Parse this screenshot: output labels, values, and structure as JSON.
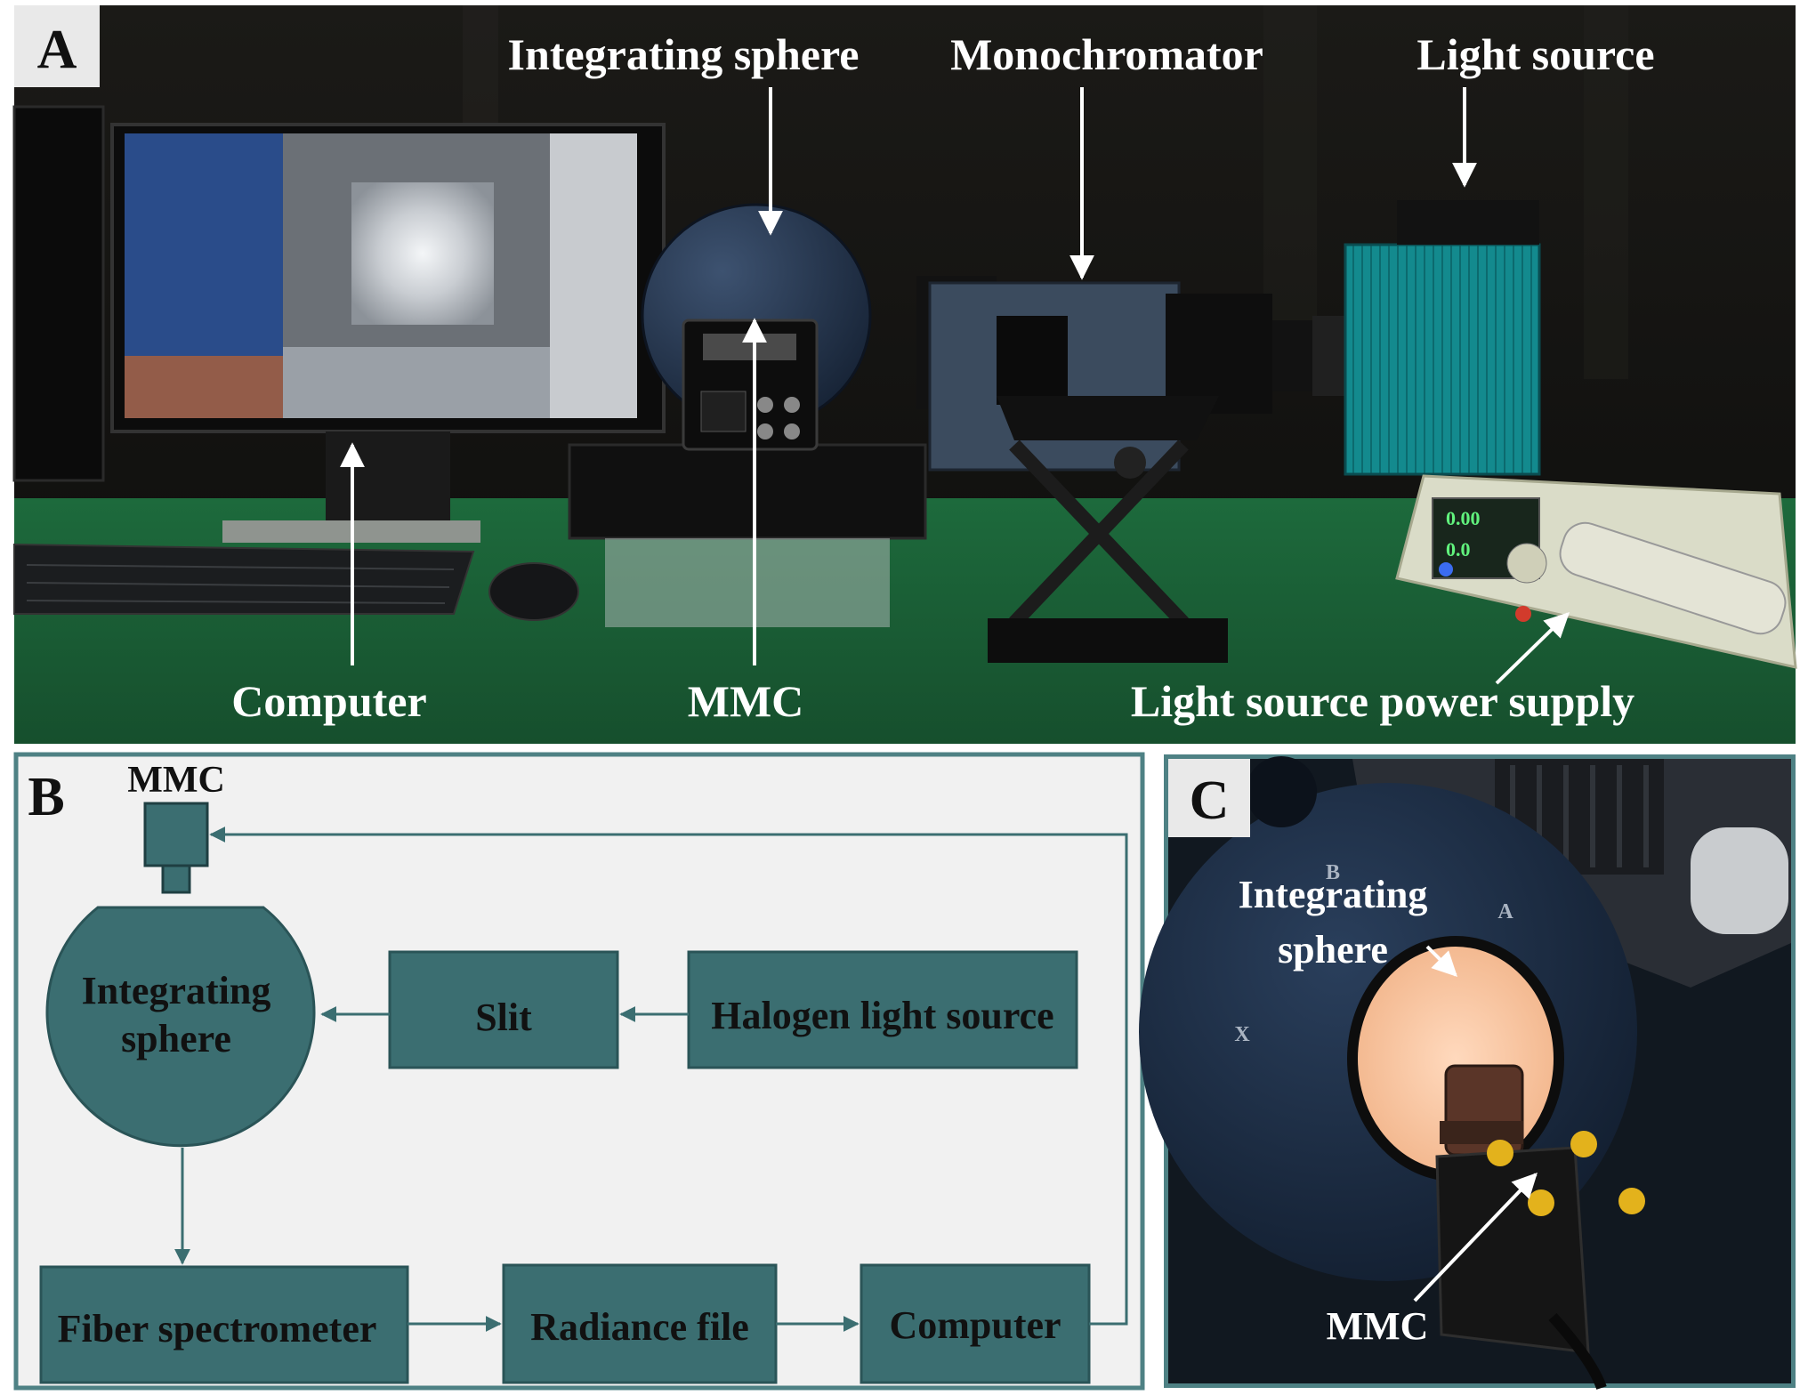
{
  "panels": {
    "a": {
      "letter": "A",
      "labels": {
        "integrating_sphere": "Integrating sphere",
        "monochromator": "Monochromator",
        "light_source": "Light source",
        "computer": "Computer",
        "mmc": "MMC",
        "power_supply": "Light source power supply"
      }
    },
    "b": {
      "letter": "B",
      "mmc_label": "MMC",
      "nodes": {
        "sphere": [
          "Integrating",
          "sphere"
        ],
        "slit": "Slit",
        "halogen": "Halogen light source",
        "fiber": "Fiber spectrometer",
        "radiance": "Radiance file",
        "computer": "Computer"
      }
    },
    "c": {
      "letter": "C",
      "labels": {
        "sphere": [
          "Integrating",
          "sphere"
        ],
        "mmc": "MMC"
      }
    }
  },
  "colors": {
    "node_fill": "#3b6e71",
    "node_stroke": "#2a5457",
    "arrow": "#3b6e71",
    "panel_b_bg": "#f1f1f1",
    "panel_border": "#4e8184",
    "label_white": "#ffffff",
    "label_black": "#111111",
    "bench_green": "#1a5e35",
    "light_source_teal": "#138a8e"
  },
  "icons": {
    "arrow": "arrow-icon",
    "monitor": "monitor-icon",
    "sphere": "sphere-icon",
    "camera": "camera-icon"
  }
}
